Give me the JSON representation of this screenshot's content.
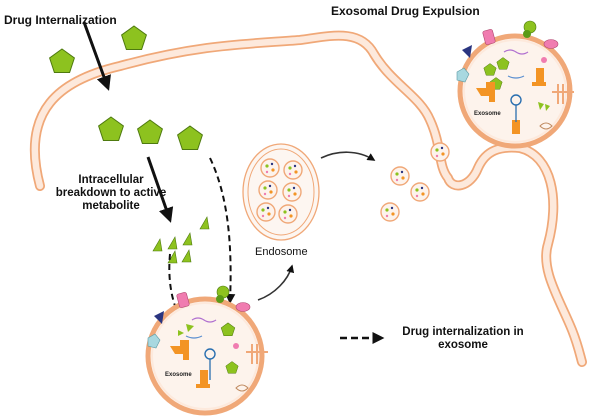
{
  "labels": {
    "drug_internalization": "Drug Internalization",
    "exosomal_expulsion": "Exosomal Drug Expulsion",
    "intracellular_line1": "Intracellular",
    "intracellular_line2": "breakdown to active",
    "intracellular_line3": "metabolite",
    "endosome": "Endosome",
    "legend_line1": "Drug internalization in",
    "legend_line2": "exosome",
    "exosome_small": "Exosome"
  },
  "colors": {
    "drug_green": "#8dc21f",
    "drug_stroke": "#4e7a0f",
    "membrane_fill": "#fde9dc",
    "membrane_stroke": "#f0a878",
    "orange_protein": "#f39424",
    "navy_triangle": "#2a3580",
    "pink_tag": "#f07cb0",
    "light_blue": "#a8d8e0"
  },
  "icons": {
    "arrow_solid": "solid-black-arrow",
    "arrow_dashed": "dashed-black-arrow",
    "drug": "green-pentagon-icon",
    "metabolite": "green-triangle-icon"
  }
}
